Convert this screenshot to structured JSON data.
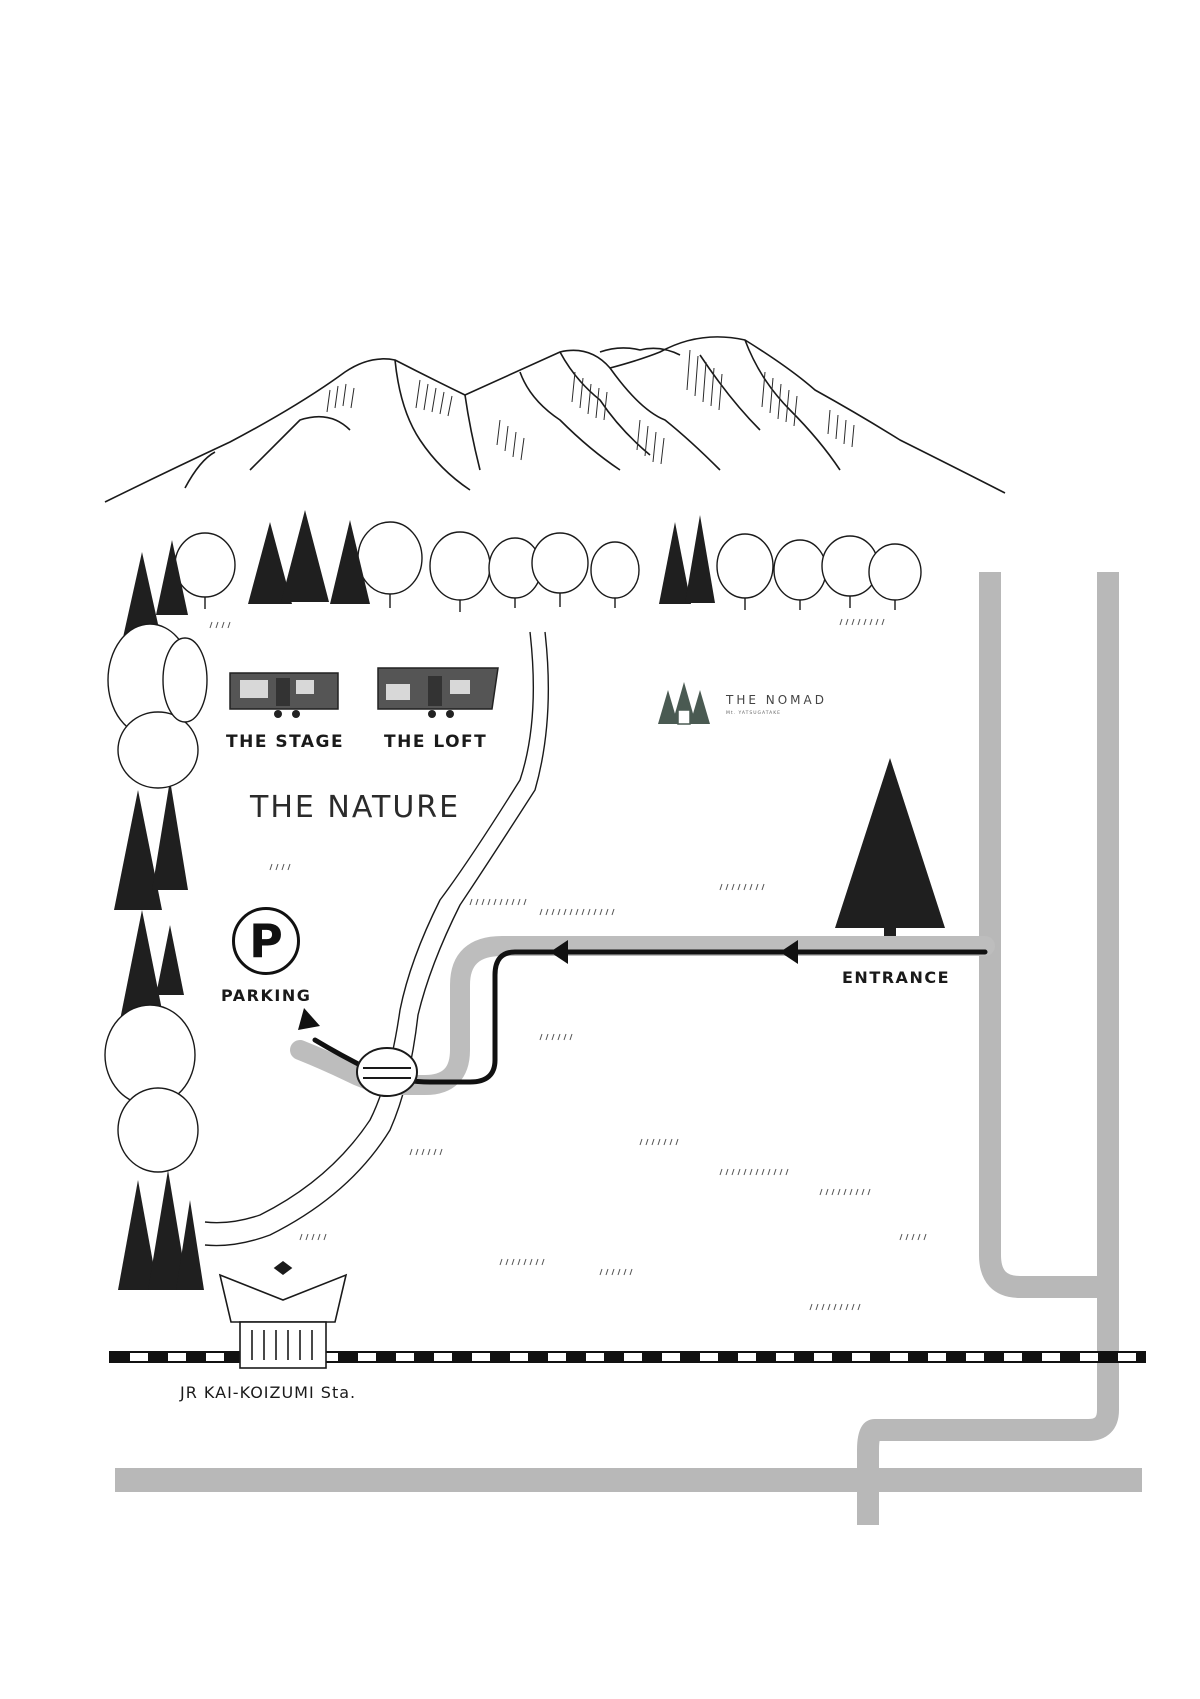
{
  "map": {
    "cabins": [
      {
        "name": "THE STAGE"
      },
      {
        "name": "THE LOFT"
      }
    ],
    "area_name": "THE NATURE",
    "logo": {
      "name": "THE NOMAD",
      "subtitle": "Mt. YATSUGATAKE",
      "icon": "pine-trees-house-icon"
    },
    "parking": {
      "symbol": "P",
      "label": "PARKING"
    },
    "entrance_label": "ENTRANCE",
    "station_label": "JR KAI-KOIZUMI Sta.",
    "colors": {
      "ink": "#1a1a1a",
      "road": "#b8b8b8",
      "route": "#111111",
      "route_shadow": "#bdbdbd",
      "logo": "#4a5a52"
    }
  }
}
